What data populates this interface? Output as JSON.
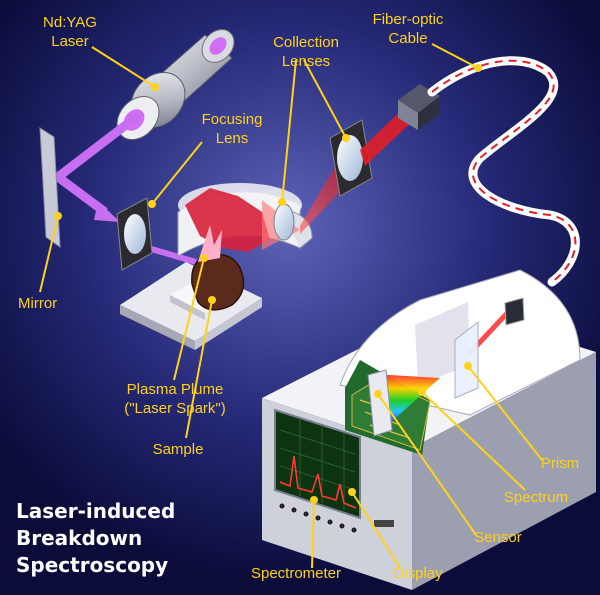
{
  "title_lines": [
    "Laser-induced",
    "Breakdown",
    "Spectroscopy"
  ],
  "labels": {
    "laser": [
      "Nd:YAG",
      "Laser"
    ],
    "collection_lenses": [
      "Collection",
      "Lenses"
    ],
    "fiber_cable": [
      "Fiber-optic",
      "Cable"
    ],
    "focusing_lens": [
      "Focusing",
      "Lens"
    ],
    "mirror": "Mirror",
    "plasma_plume": [
      "Plasma Plume",
      "(\"Laser Spark\")"
    ],
    "sample": "Sample",
    "prism": "Prism",
    "spectrum": "Spectrum",
    "sensor": "Sensor",
    "spectrometer": "Spectrometer",
    "display": "Display"
  },
  "colors": {
    "background": "#0b0c3a",
    "label": "#ffd21a",
    "title": "#ffffff",
    "laser_beam": "#c86ef0",
    "collected_light": "#e0202a",
    "plasma": "#d8203a"
  }
}
